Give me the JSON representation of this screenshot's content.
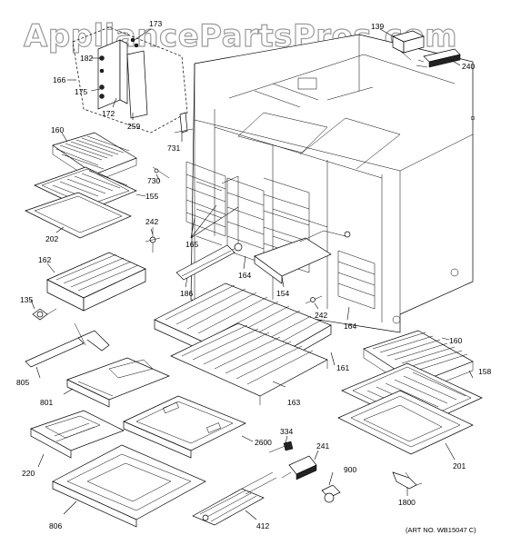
{
  "watermark": "AppliancePartsPros.com",
  "art_number": "(ART NO. WB15047 C)",
  "callouts": [
    {
      "id": "c139",
      "text": "139"
    },
    {
      "id": "c240",
      "text": "240"
    },
    {
      "id": "c173",
      "text": "173"
    },
    {
      "id": "c182",
      "text": "182"
    },
    {
      "id": "c166",
      "text": "166"
    },
    {
      "id": "c175",
      "text": "175"
    },
    {
      "id": "c172",
      "text": "172"
    },
    {
      "id": "c259",
      "text": "259"
    },
    {
      "id": "c731",
      "text": "731"
    },
    {
      "id": "c160a",
      "text": "160"
    },
    {
      "id": "c730",
      "text": "730"
    },
    {
      "id": "c155",
      "text": "155"
    },
    {
      "id": "c202",
      "text": "202"
    },
    {
      "id": "c242a",
      "text": "242"
    },
    {
      "id": "c165",
      "text": "165"
    },
    {
      "id": "c162",
      "text": "162"
    },
    {
      "id": "c186",
      "text": "186"
    },
    {
      "id": "c164a",
      "text": "164"
    },
    {
      "id": "c154",
      "text": "154"
    },
    {
      "id": "c135",
      "text": "135"
    },
    {
      "id": "c242b",
      "text": "242"
    },
    {
      "id": "c164b",
      "text": "164"
    },
    {
      "id": "c160b",
      "text": "160"
    },
    {
      "id": "c158",
      "text": "158"
    },
    {
      "id": "c805",
      "text": "805"
    },
    {
      "id": "c161",
      "text": "161"
    },
    {
      "id": "c801",
      "text": "801"
    },
    {
      "id": "c163",
      "text": "163"
    },
    {
      "id": "c2600",
      "text": "2600"
    },
    {
      "id": "c334",
      "text": "334"
    },
    {
      "id": "c241",
      "text": "241"
    },
    {
      "id": "c220",
      "text": "220"
    },
    {
      "id": "c900",
      "text": "900"
    },
    {
      "id": "c201",
      "text": "201"
    },
    {
      "id": "c806",
      "text": "806"
    },
    {
      "id": "c412",
      "text": "412"
    },
    {
      "id": "c1800",
      "text": "1800"
    }
  ]
}
